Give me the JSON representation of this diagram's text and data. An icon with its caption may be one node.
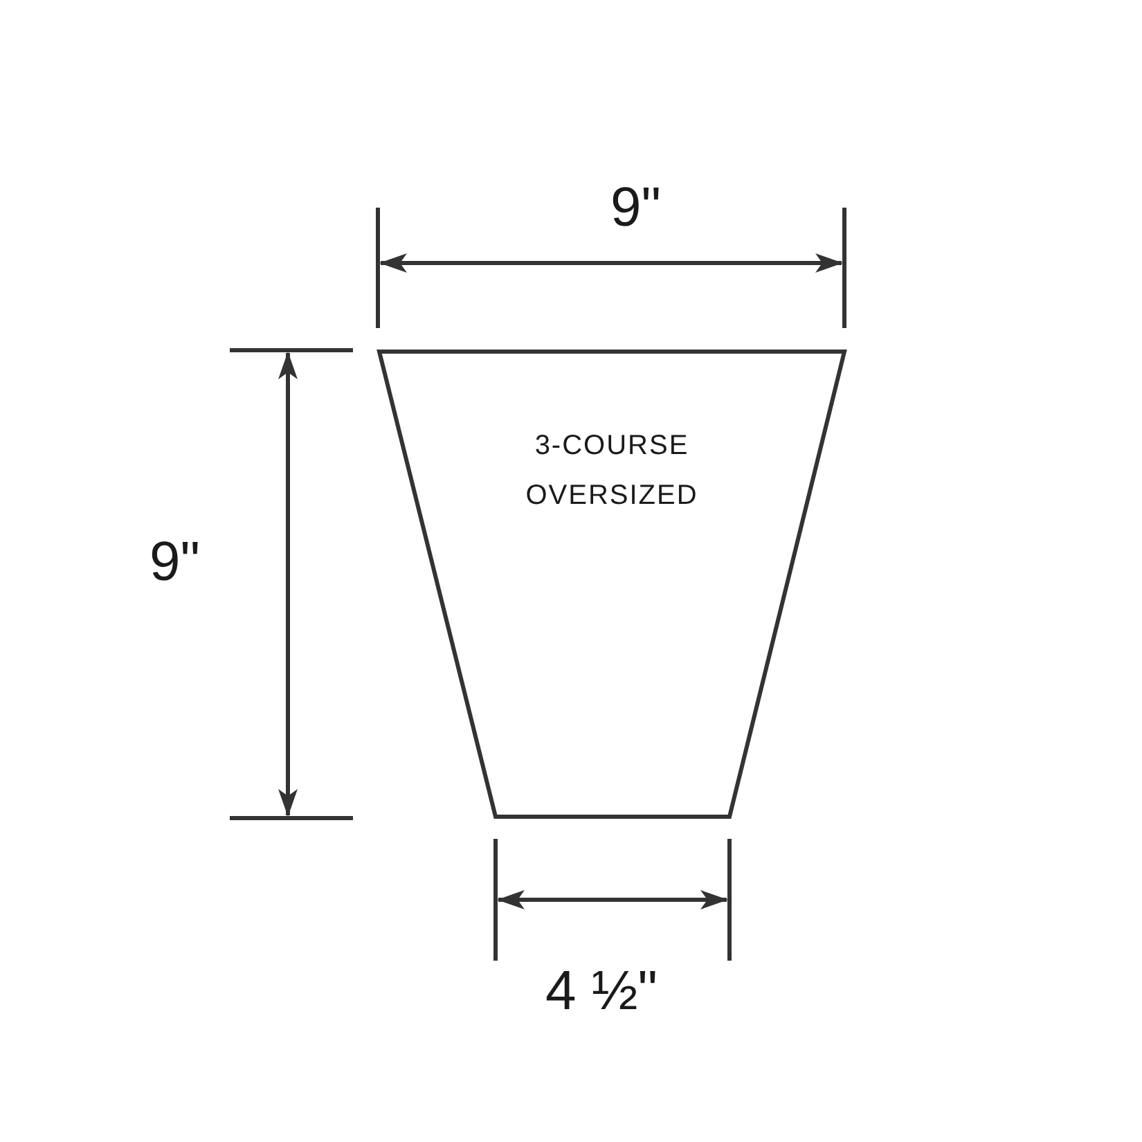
{
  "diagram": {
    "nodes": [
      {
        "text": [
          "3-COURSE OVERSIZED"
        ]
      }
    ],
    "labels": [
      "9\"",
      "9\"",
      "4 ½\""
    ]
  }
}
